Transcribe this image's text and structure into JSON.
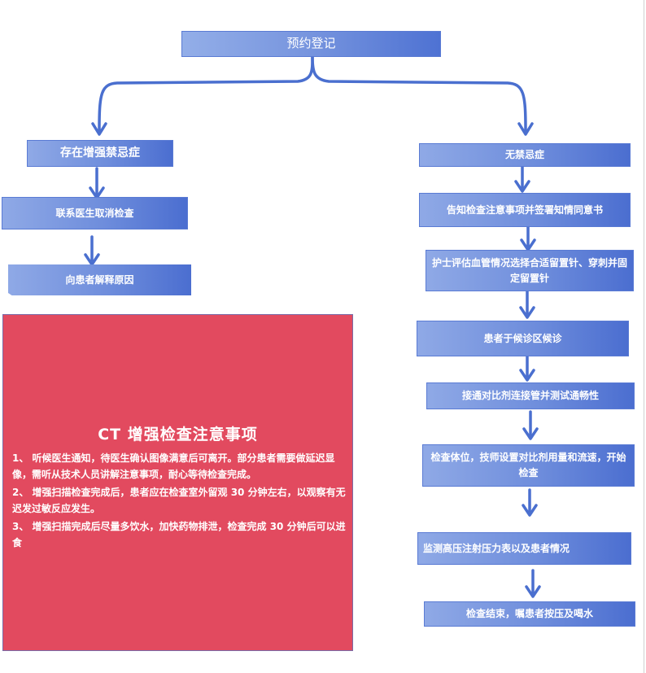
{
  "flowchart": {
    "start": "预约登记",
    "left_branch": {
      "condition": "存在增强禁忌症",
      "steps": [
        "联系医生取消检查",
        "向患者解释原因"
      ]
    },
    "right_branch": {
      "condition": "无禁忌症",
      "steps": [
        "告知检查注意事项并签署知情同意书",
        "护士评估血管情况选择合适留置针、穿刺并固定留置针",
        "患者于候诊区候诊",
        "接通对比剂连接管并测试通畅性",
        "检查体位，技师设置对比剂用量和流速，开始检查",
        "监测高压注射压力表以及患者情况",
        "检查结束，嘱患者按压及喝水"
      ]
    }
  },
  "notice": {
    "title": "CT 增强检查注意事项",
    "items": [
      "1、 听候医生通知，待医生确认图像满意后可离开。部分患者需要做延迟显像，需听从技术人员讲解注意事项，耐心等待检查完成。",
      "2、 增强扫描检查完成后，患者应在检查室外留观 30 分钟左右，以观察有无迟发过敏反应发生。",
      "3、 增强扫描完成后尽量多饮水，加快药物排泄，检查完成 30 分钟后可以进食"
    ]
  },
  "colors": {
    "box_gradient_light": "#8fa9e6",
    "box_gradient_dark": "#4b6ed0",
    "connector": "#4a6fcf",
    "notice_background": "#e24a5f",
    "text": "#ffffff"
  }
}
